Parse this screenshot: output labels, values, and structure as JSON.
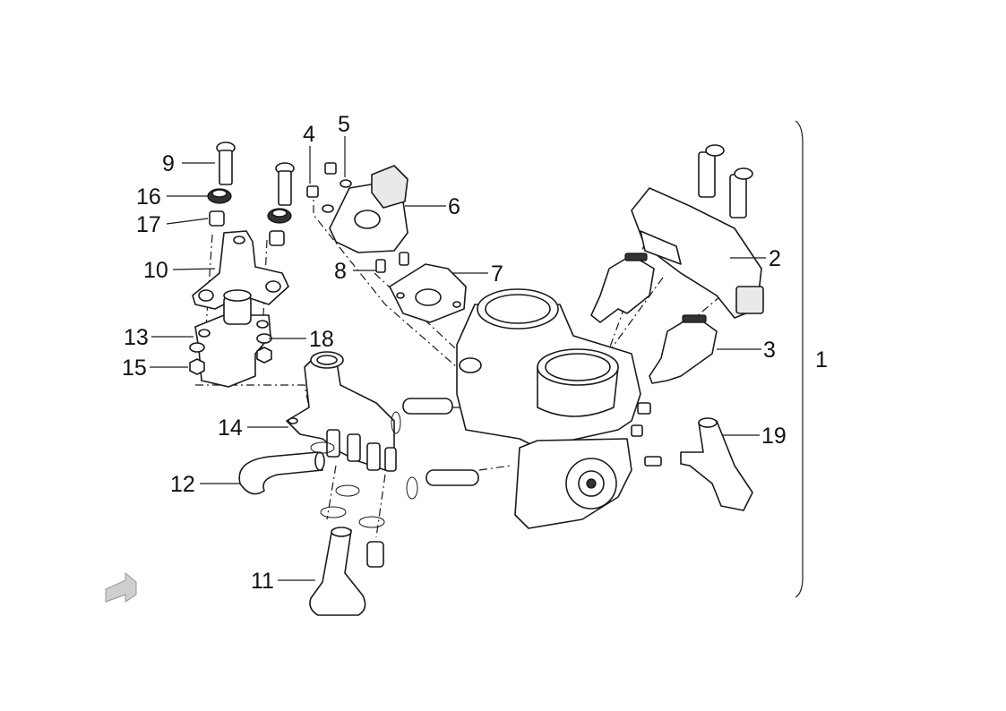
{
  "callouts": {
    "c1": "1",
    "c2": "2",
    "c3": "3",
    "c4": "4",
    "c5": "5",
    "c6": "6",
    "c7": "7",
    "c8": "8",
    "c9": "9",
    "c10": "10",
    "c11": "11",
    "c12": "12",
    "c13": "13",
    "c14": "14",
    "c15": "15",
    "c16": "16",
    "c17": "17",
    "c18": "18",
    "c19": "19"
  },
  "icons": {
    "nav": "back-arrow-icon"
  }
}
